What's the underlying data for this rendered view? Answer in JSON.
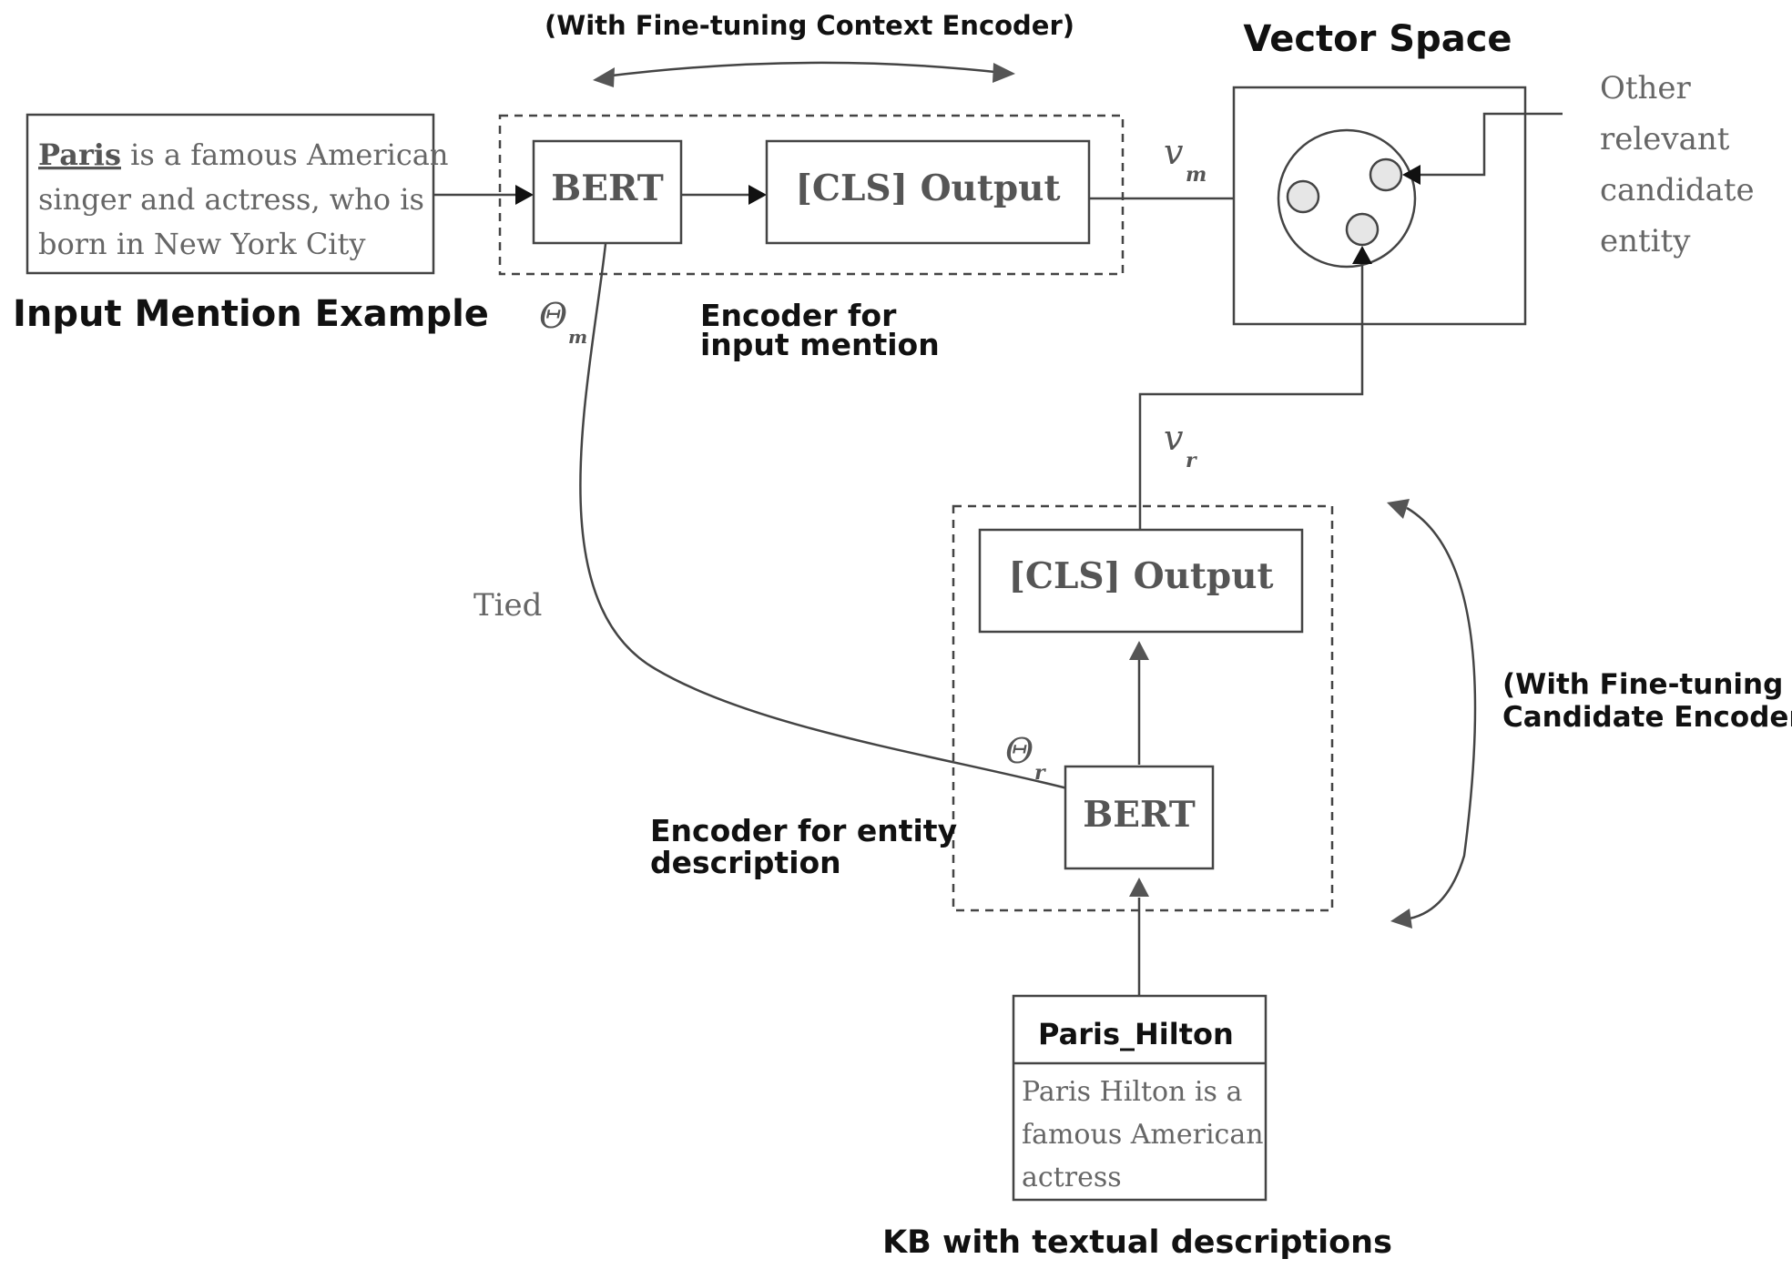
{
  "input_mention": {
    "line1_mention": "Paris",
    "line1_rest": " is a famous American",
    "line2": "singer and actress, who is",
    "line3": "born in New York City",
    "caption": "Input Mention Example"
  },
  "mention_encoder": {
    "top_label": "(With Fine-tuning Context Encoder)",
    "bert": "BERT",
    "cls_output": "[CLS] Output",
    "caption_line1": "Encoder for",
    "caption_line2": "input mention",
    "theta": "Θ",
    "theta_sub": "m",
    "vector": "v",
    "vector_sub": "m"
  },
  "vector_space": {
    "title": "Vector Space",
    "other_line1": "Other",
    "other_line2": "relevant",
    "other_line3": "candidate",
    "other_line4": "entity"
  },
  "tied_label": "Tied",
  "entity_encoder": {
    "cls_output": "[CLS] Output",
    "bert": "BERT",
    "caption_line1": "Encoder for entity",
    "caption_line2": "description",
    "theta": "Θ",
    "theta_sub": "r",
    "vector": "v",
    "vector_sub": "r",
    "side_label_line1": "(With Fine-tuning",
    "side_label_line2": "Candidate Encoder)"
  },
  "kb": {
    "entity_name": "Paris_Hilton",
    "desc_line1": "Paris Hilton is a",
    "desc_line2": "famous American",
    "desc_line3": "actress",
    "caption": "KB with textual descriptions"
  }
}
